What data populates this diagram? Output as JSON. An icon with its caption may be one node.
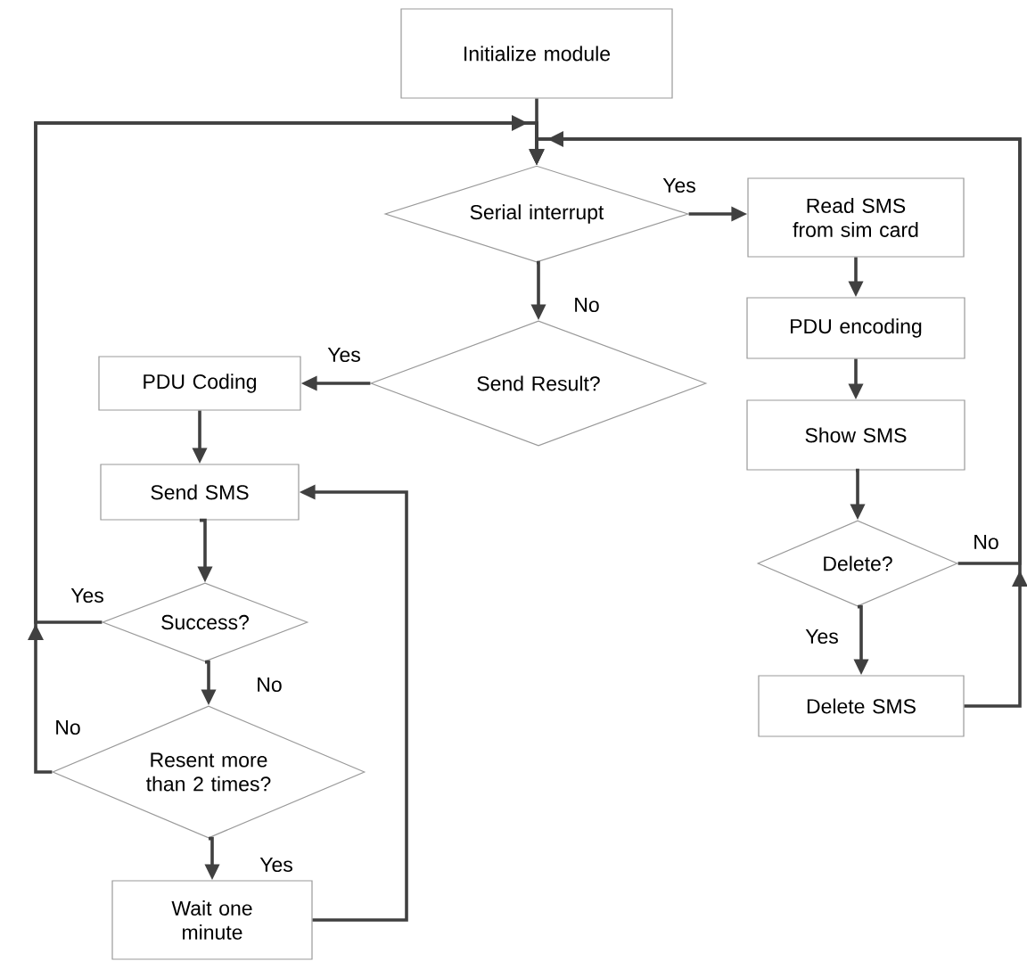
{
  "diagram": {
    "nodes": [
      {
        "text": [
          "Initialize module"
        ]
      },
      {
        "text": [
          "Serial  interrupt"
        ]
      },
      {
        "text": [
          "Read SMS from sim card"
        ]
      },
      {
        "text": [
          "Send Result?"
        ]
      },
      {
        "text": [
          "PDU Coding"
        ]
      },
      {
        "text": [
          "PDU encoding"
        ]
      },
      {
        "text": [
          "Send SMS"
        ]
      },
      {
        "text": [
          "Show SMS"
        ]
      },
      {
        "text": [
          "Success?"
        ]
      },
      {
        "text": [
          "Delete?"
        ]
      },
      {
        "text": [
          "Resent more than 2 times?"
        ]
      },
      {
        "text": [
          "Delete SMS"
        ]
      },
      {
        "text": [
          "Wait one minute"
        ]
      }
    ],
    "edges": [
      {
        "from": 0,
        "to": 1,
        "arrow": "to"
      },
      {
        "from": 1,
        "to": 2,
        "arrow": "to",
        "label": "Yes"
      },
      {
        "from": 1,
        "to": 3,
        "arrow": "to",
        "label": "No"
      },
      {
        "from": 3,
        "to": 4,
        "arrow": "to",
        "label": "Yes"
      },
      {
        "from": 4,
        "to": 6,
        "arrow": "to"
      },
      {
        "from": 6,
        "to": 8,
        "arrow": "to"
      },
      {
        "from": 8,
        "to": 1,
        "arrow": "to",
        "label": "Yes"
      },
      {
        "from": 8,
        "to": 10,
        "arrow": "to",
        "label": "No"
      },
      {
        "from": 10,
        "to": 1,
        "arrow": "to",
        "label": "No"
      },
      {
        "from": 10,
        "to": 12,
        "arrow": "to",
        "label": "Yes"
      },
      {
        "from": 12,
        "to": 6,
        "arrow": "to"
      },
      {
        "from": 2,
        "to": 5,
        "arrow": "to"
      },
      {
        "from": 5,
        "to": 7,
        "arrow": "to"
      },
      {
        "from": 7,
        "to": 9,
        "arrow": "to"
      },
      {
        "from": 9,
        "to": 1,
        "arrow": "to",
        "label": "No"
      },
      {
        "from": 9,
        "to": 11,
        "arrow": "to",
        "label": "Yes"
      },
      {
        "from": 11,
        "to": 1,
        "arrow": "to"
      }
    ]
  }
}
